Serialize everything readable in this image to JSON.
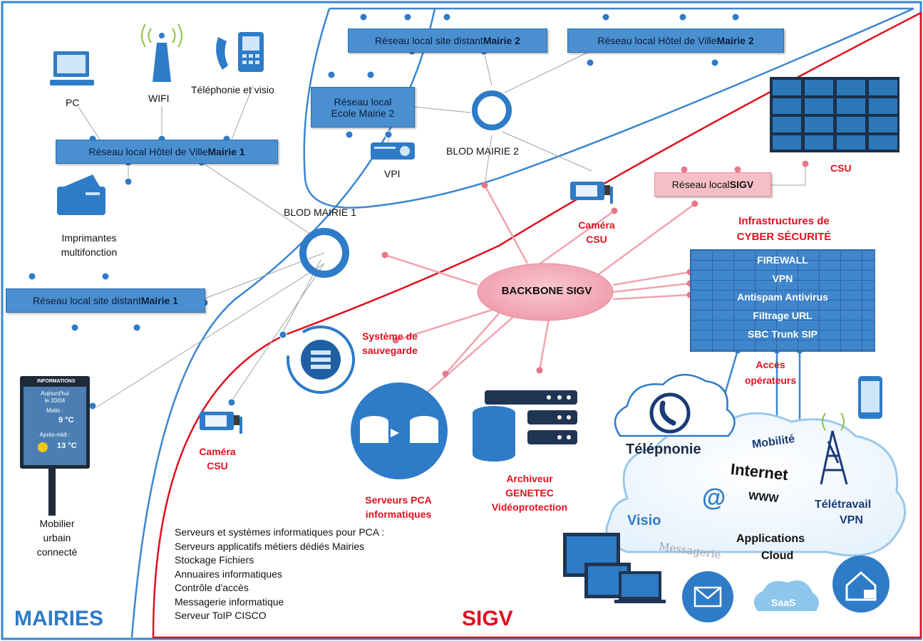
{
  "regions": {
    "mairies": "MAIRIES",
    "sigv": "SIGV"
  },
  "lans": {
    "hv_m1": {
      "prefix": "Réseau local Hôtel de Ville ",
      "bold": "Mairie 1"
    },
    "sd_m1": {
      "prefix": "Réseau local site distant ",
      "bold": "Mairie 1"
    },
    "sd_m2": {
      "prefix": "Réseau local site distant ",
      "bold": "Mairie 2"
    },
    "hv_m2": {
      "prefix": "Réseau local Hôtel de Ville ",
      "bold": "Mairie 2"
    },
    "ecole_m2": {
      "line1": "Réseau local",
      "line2": "Ecole Mairie 2"
    },
    "sigv": {
      "prefix": "Réseau local ",
      "bold": "SIGV"
    }
  },
  "nodes": {
    "blod_m1": "BLOD MAIRIE 1",
    "blod_m2": "BLOD MAIRIE 2",
    "backbone": "BACKBONE SIGV",
    "pc": "PC",
    "wifi": "WIFI",
    "telephonie": "Téléphonie et visio",
    "imprimantes_1": "Imprimantes",
    "imprimantes_2": "multifonction",
    "vpi": "VPI",
    "mobilier_1": "Mobilier",
    "mobilier_2": "urbain",
    "mobilier_3": "connecté",
    "csu": "CSU",
    "camera_csu_top_1": "Caméra",
    "camera_csu_top_2": "CSU",
    "camera_csu_bottom_1": "Caméra",
    "camera_csu_bottom_2": "CSU",
    "sauvegarde_1": "Système de",
    "sauvegarde_2": "sauvegarde",
    "pca_1": "Serveurs PCA",
    "pca_2": "informatiques",
    "archiveur_1": "Archiveur",
    "archiveur_2": "GENETEC",
    "archiveur_3": "Vidéoprotection",
    "infra_1": "Infrastructures de",
    "infra_2": "CYBER SÉCURITÉ",
    "acces_1": "Accès",
    "acces_2": "opérateurs"
  },
  "kiosk": {
    "header": "INFORMATIONS",
    "today": "Aujourd'hui",
    "date": "le 20/04",
    "morning": "Matin :",
    "morning_temp": "9 °C",
    "afternoon": "Après-midi :",
    "afternoon_temp": "13 °C"
  },
  "firewall_rows": [
    "FIREWALL",
    "VPN",
    "Antispam Antivirus",
    "Filtrage URL",
    "SBC Trunk SIP"
  ],
  "cloud": {
    "telephonie": "Télépnonie",
    "mobilite": "Mobilité",
    "internet": "Internet",
    "www": "WWW",
    "at": "@",
    "visio": "Visio",
    "teletravail": "Télétravail",
    "vpn": "VPN",
    "applications": "Applications",
    "cloud": "Cloud",
    "messagerie": "Messagerie",
    "saas": "SaaS"
  },
  "pca_list": [
    "Serveurs et systèmes informatiques pour PCA :",
    "Serveurs applicatifs métiers dédiés Mairies",
    "Stockage Fichiers",
    "Annuaires informatiques",
    "Contrôle d'accès",
    "Messagerie informatique",
    "Serveur ToIP CISCO"
  ],
  "colors": {
    "blue": "#3a86d0",
    "red": "#e0101e",
    "pink": "#f2a3b0",
    "navy": "#1a3b77"
  }
}
